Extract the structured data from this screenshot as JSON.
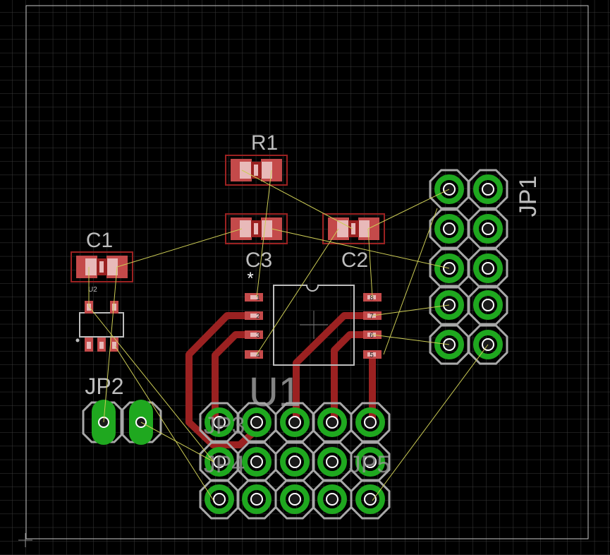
{
  "colors": {
    "background": "#000000",
    "grid": "#3a3a3a",
    "outline": "#c8c8c8",
    "silk": "#bdbdbd",
    "copper": "#9b2121",
    "pad": "#c44a4a",
    "pad_light": "#e8b9b9",
    "via_ring": "#a8a8a8",
    "plated": "#1fa81f",
    "airwire": "#cccc55"
  },
  "labels": {
    "r1": "R1",
    "c1": "C1",
    "c2": "C2",
    "c3": "C3",
    "u1": "U1",
    "u2": "U2",
    "jp1": "JP1",
    "jp2": "JP2",
    "jp3": "JP3",
    "jp4": "JP4",
    "jp5": "JP5",
    "pin1_marker": "*"
  },
  "u1_pins": [
    "1",
    "2",
    "3",
    "4",
    "5",
    "6",
    "7",
    "8"
  ]
}
